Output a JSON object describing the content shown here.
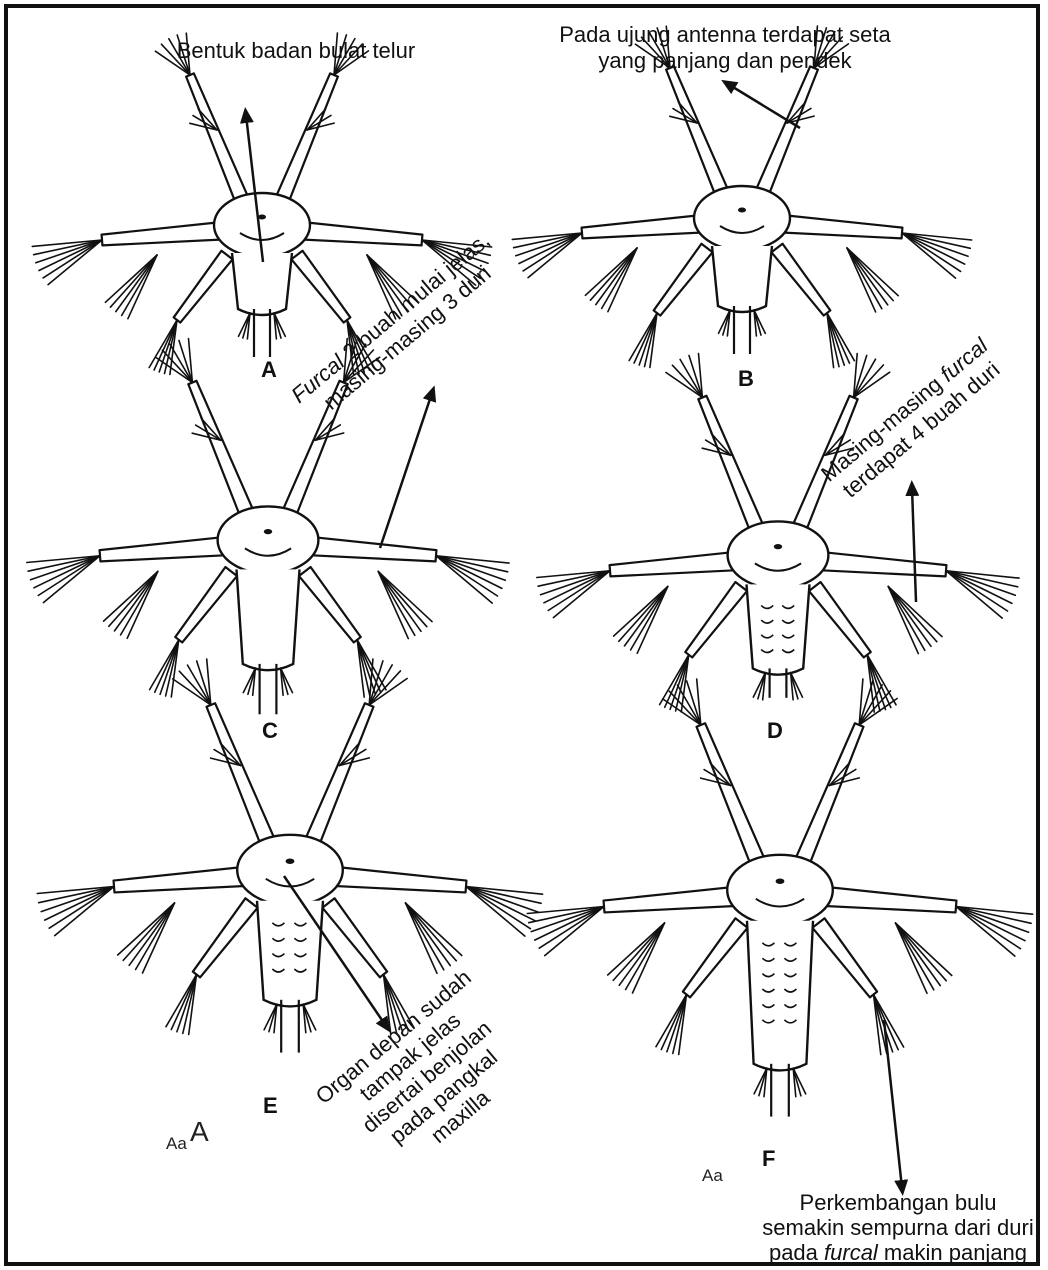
{
  "stages": [
    {
      "letter": "A"
    },
    {
      "letter": "B"
    },
    {
      "letter": "C"
    },
    {
      "letter": "D"
    },
    {
      "letter": "E"
    },
    {
      "letter": "F"
    }
  ],
  "annotations": {
    "a": "Bentuk badan bulat telur",
    "b_line1": "Pada ujung antenna terdapat seta",
    "b_line2": "yang panjang dan pendek",
    "c_italic": "Furcal",
    "c_line1_rest": " 2 buah mulai jelas,",
    "c_line2": "masing-masing 3 duri",
    "d_line1_start": "Masing-masing ",
    "d_italic": "furcal",
    "d_line2": "terdapat 4 buah duri",
    "e_line1": "Organ depan sudah",
    "e_line2": "tampak jelas",
    "e_line3": "disertai benjolan",
    "e_line4": "pada pangkal",
    "e_line5": "maxilla",
    "f_line1": "Perkembangan bulu",
    "f_line2": "semakin sempurna dari duri",
    "f_line3_start": "pada ",
    "f_italic": "furcal",
    "f_line3_end": " makin panjang"
  },
  "stray_marks": {
    "e_small": "Aa",
    "e_big": "A",
    "f_small": "Aa"
  }
}
